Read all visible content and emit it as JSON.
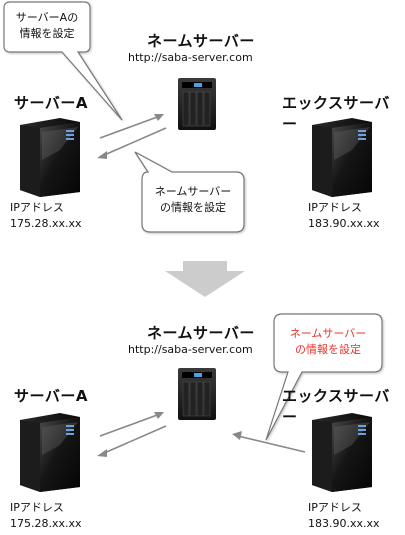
{
  "top": {
    "server_a": {
      "title": "サーバーA",
      "ip_label": "IPアドレス",
      "ip_value": "175.28.xx.xx"
    },
    "name_server": {
      "title": "ネームサーバー",
      "url": "http://saba-server.com"
    },
    "x_server": {
      "title": "エックスサーバー",
      "ip_label": "IPアドレス",
      "ip_value": "183.90.xx.xx"
    },
    "bubble_a": {
      "line1": "サーバーAの",
      "line2": "情報を設定"
    },
    "bubble_ns": {
      "line1": "ネームサーバー",
      "line2": "の情報を設定"
    }
  },
  "bottom": {
    "server_a": {
      "title": "サーバーA",
      "ip_label": "IPアドレス",
      "ip_value": "175.28.xx.xx"
    },
    "name_server": {
      "title": "ネームサーバー",
      "url": "http://saba-server.com"
    },
    "x_server": {
      "title": "エックスサーバー",
      "ip_label": "IPアドレス",
      "ip_value": "183.90.xx.xx"
    },
    "bubble_x": {
      "line1": "ネームサーバー",
      "line2": "の情報を設定"
    }
  },
  "colors": {
    "highlight_text": "#e8332b",
    "arrow_gray": "#888888",
    "transition_arrow": "#cccccc"
  }
}
